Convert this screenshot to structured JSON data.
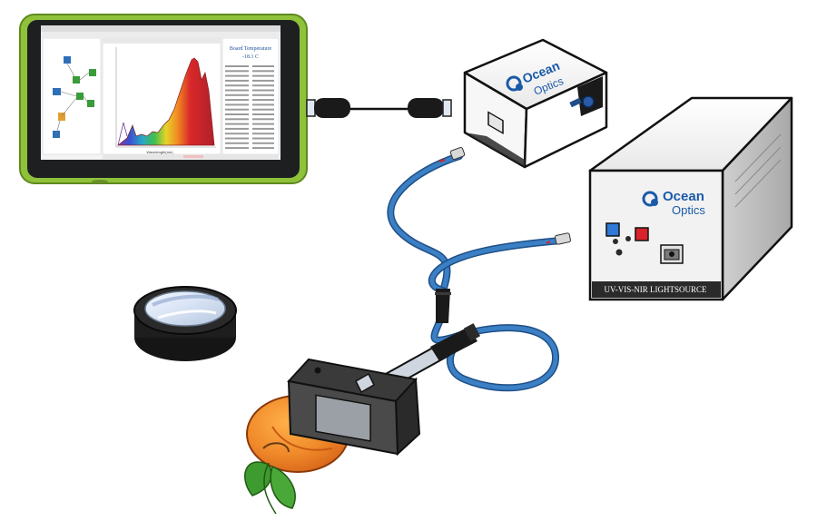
{
  "colors": {
    "tablet_frame": "#8fc13a",
    "tablet_bezel": "#1d1f21",
    "fiber": "#3b7fc4",
    "fiber_dark": "#1f4f86",
    "brand_blue": "#1a5aa8",
    "button_blue": "#2e7ad6",
    "button_red": "#d8232a",
    "peach": "#f08a2a",
    "leaf": "#3e9b2f",
    "spectrum_red": "#c8262b"
  },
  "icons": [
    "tablet-icon",
    "usb-cable-icon",
    "spectrometer-icon",
    "light-source-icon",
    "reflectance-standard-icon",
    "reflection-probe-icon",
    "peach-icon"
  ],
  "tablet": {
    "readout_title": "Board Temperature",
    "readout_value": "-18.1 C",
    "x_axis_label": "Wavelength(nm)"
  },
  "spectrometer": {
    "brand_line1": "Ocean",
    "brand_line2": "Optics"
  },
  "light_source": {
    "brand_line1": "Ocean",
    "brand_line2": "Optics",
    "label": "UV-VIS-NIR LIGHTSOURCE"
  }
}
